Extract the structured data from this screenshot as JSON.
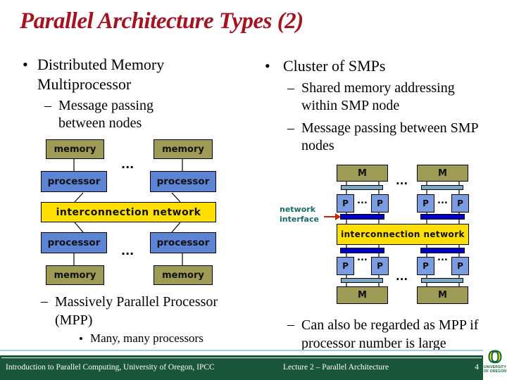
{
  "title": {
    "text": "Parallel Architecture Types (2)"
  },
  "marks": {
    "bullet": "•",
    "dash": "–",
    "sub_bullet": "•",
    "ellipsis": "..."
  },
  "left_column": {
    "bullet1": "Distributed Memory Multiprocessor",
    "sub1": "Message passing between nodes",
    "bullet2": "Massively Parallel Processor (MPP)",
    "bullet2_sub": "Many, many processors"
  },
  "right_column": {
    "bullet1": "Cluster of SMPs",
    "sub1": "Shared memory addressing within SMP node",
    "sub2": "Message passing between SMP nodes",
    "sub3": "Can also be regarded as MPP if processor number is large"
  },
  "left_diagram": {
    "memory_label": "memory",
    "processor_label": "processor",
    "network_label": "interconnection network"
  },
  "right_diagram": {
    "m_label": "M",
    "p_label": "P",
    "network_label": "interconnection network",
    "interface_label": "network interface"
  },
  "footer": {
    "left": "Introduction to Parallel Computing, University of Oregon, IPCC",
    "center": "Lecture 2 – Parallel Architecture",
    "page": "4"
  },
  "logo": {
    "o": "O",
    "caption_line1": "UNIVERSITY",
    "caption_line2": "OF OREGON"
  },
  "colors": {
    "title_color": "#a51220",
    "memory_box": "#9d9b55",
    "processor_box": "#5d83d4",
    "p_box": "#7b9ce0",
    "network_box": "#ffdf00",
    "bus_light": "#7ba6c6",
    "bus_dark": "#0000cd",
    "footer_bg": "#1a563a",
    "footer_text": "#ffffff",
    "logo_green": "#15673f",
    "logo_yellow": "#f7e400",
    "interface_text": "#1a6b62",
    "arrow": "#cc2200",
    "line_above_footer": "#aacbe3"
  }
}
